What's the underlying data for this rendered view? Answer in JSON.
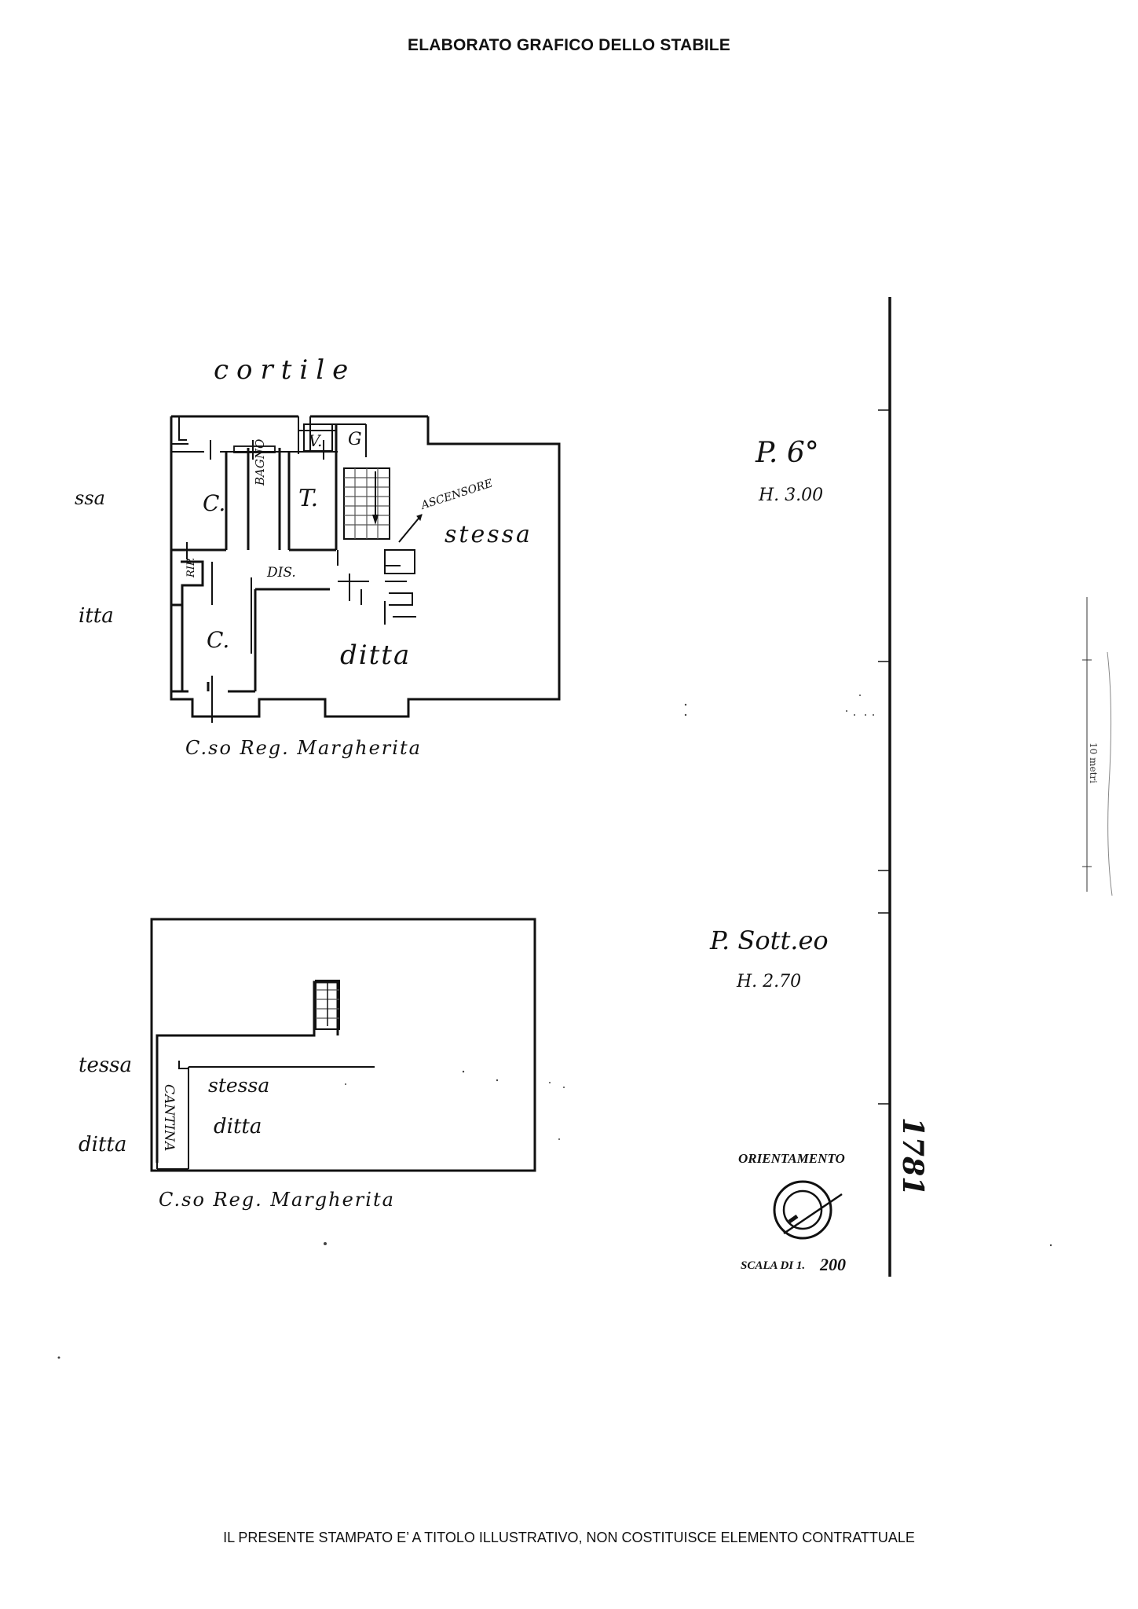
{
  "document": {
    "title": "ELABORATO GRAFICO DELLO STABILE",
    "footer": "IL PRESENTE STAMPATO E’ A TITOLO ILLUSTRATIVO, NON COSTITUISCE ELEMENTO CONTRATTUALE"
  },
  "upper_plan": {
    "top_label": "cortile",
    "left_label_top": "ssa",
    "left_label_bottom": "itta",
    "rooms": {
      "room_c1": "C.",
      "bagno": "BAGNO",
      "room_t": "T.",
      "rip": "RIP.",
      "dis": "DIS.",
      "room_c2": "C.",
      "vg_v": "V.",
      "vg_g": "G",
      "ascensore": "ASCENSORE",
      "stessa": "stessa",
      "ditta": "ditta"
    },
    "street": "C.so Reg. Margherita",
    "floor": "P. 6°",
    "height": "H. 3.00"
  },
  "lower_plan": {
    "left_label_top": "tessa",
    "left_label_bottom": "ditta",
    "cantina": "CANTINA",
    "stessa": "stessa",
    "ditta": "ditta",
    "street": "C.so Reg. Margherita",
    "floor": "P. Sott.eo",
    "height": "H. 2.70"
  },
  "legend": {
    "orientation": "ORIENTAMENTO",
    "scale_prefix": "SCALA DI 1.",
    "scale_value": "200",
    "sheet_number": "1781",
    "scale_bar_label": "10 metri"
  }
}
